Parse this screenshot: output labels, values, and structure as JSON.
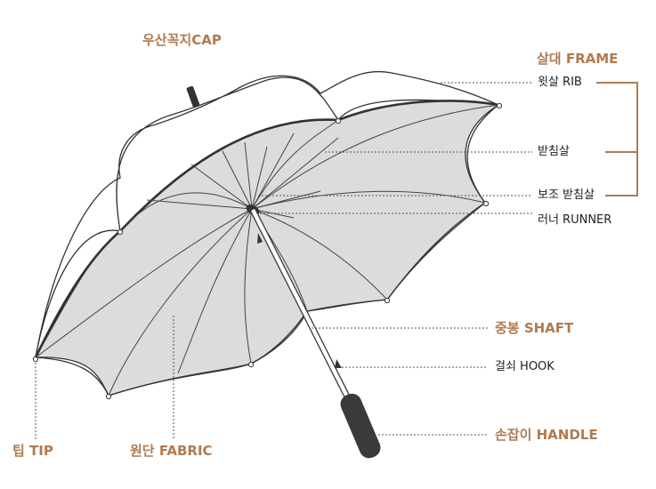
{
  "colors": {
    "accent": "#b07a4f",
    "canopy_fill": "#dcdcdc",
    "outline": "#333333",
    "leader": "#555555"
  },
  "labels": {
    "cap": "우산꼭지CAP",
    "frame": "살대 FRAME",
    "rib": "윗살 RIB",
    "stretcher": "받침살",
    "sub_stretcher": "보조 받침살",
    "runner": "러너 RUNNER",
    "shaft": "중봉 SHAFT",
    "hook": "걸쇠 HOOK",
    "handle": "손잡이 HANDLE",
    "tip": "팁 TIP",
    "fabric": "원단 FABRIC"
  }
}
